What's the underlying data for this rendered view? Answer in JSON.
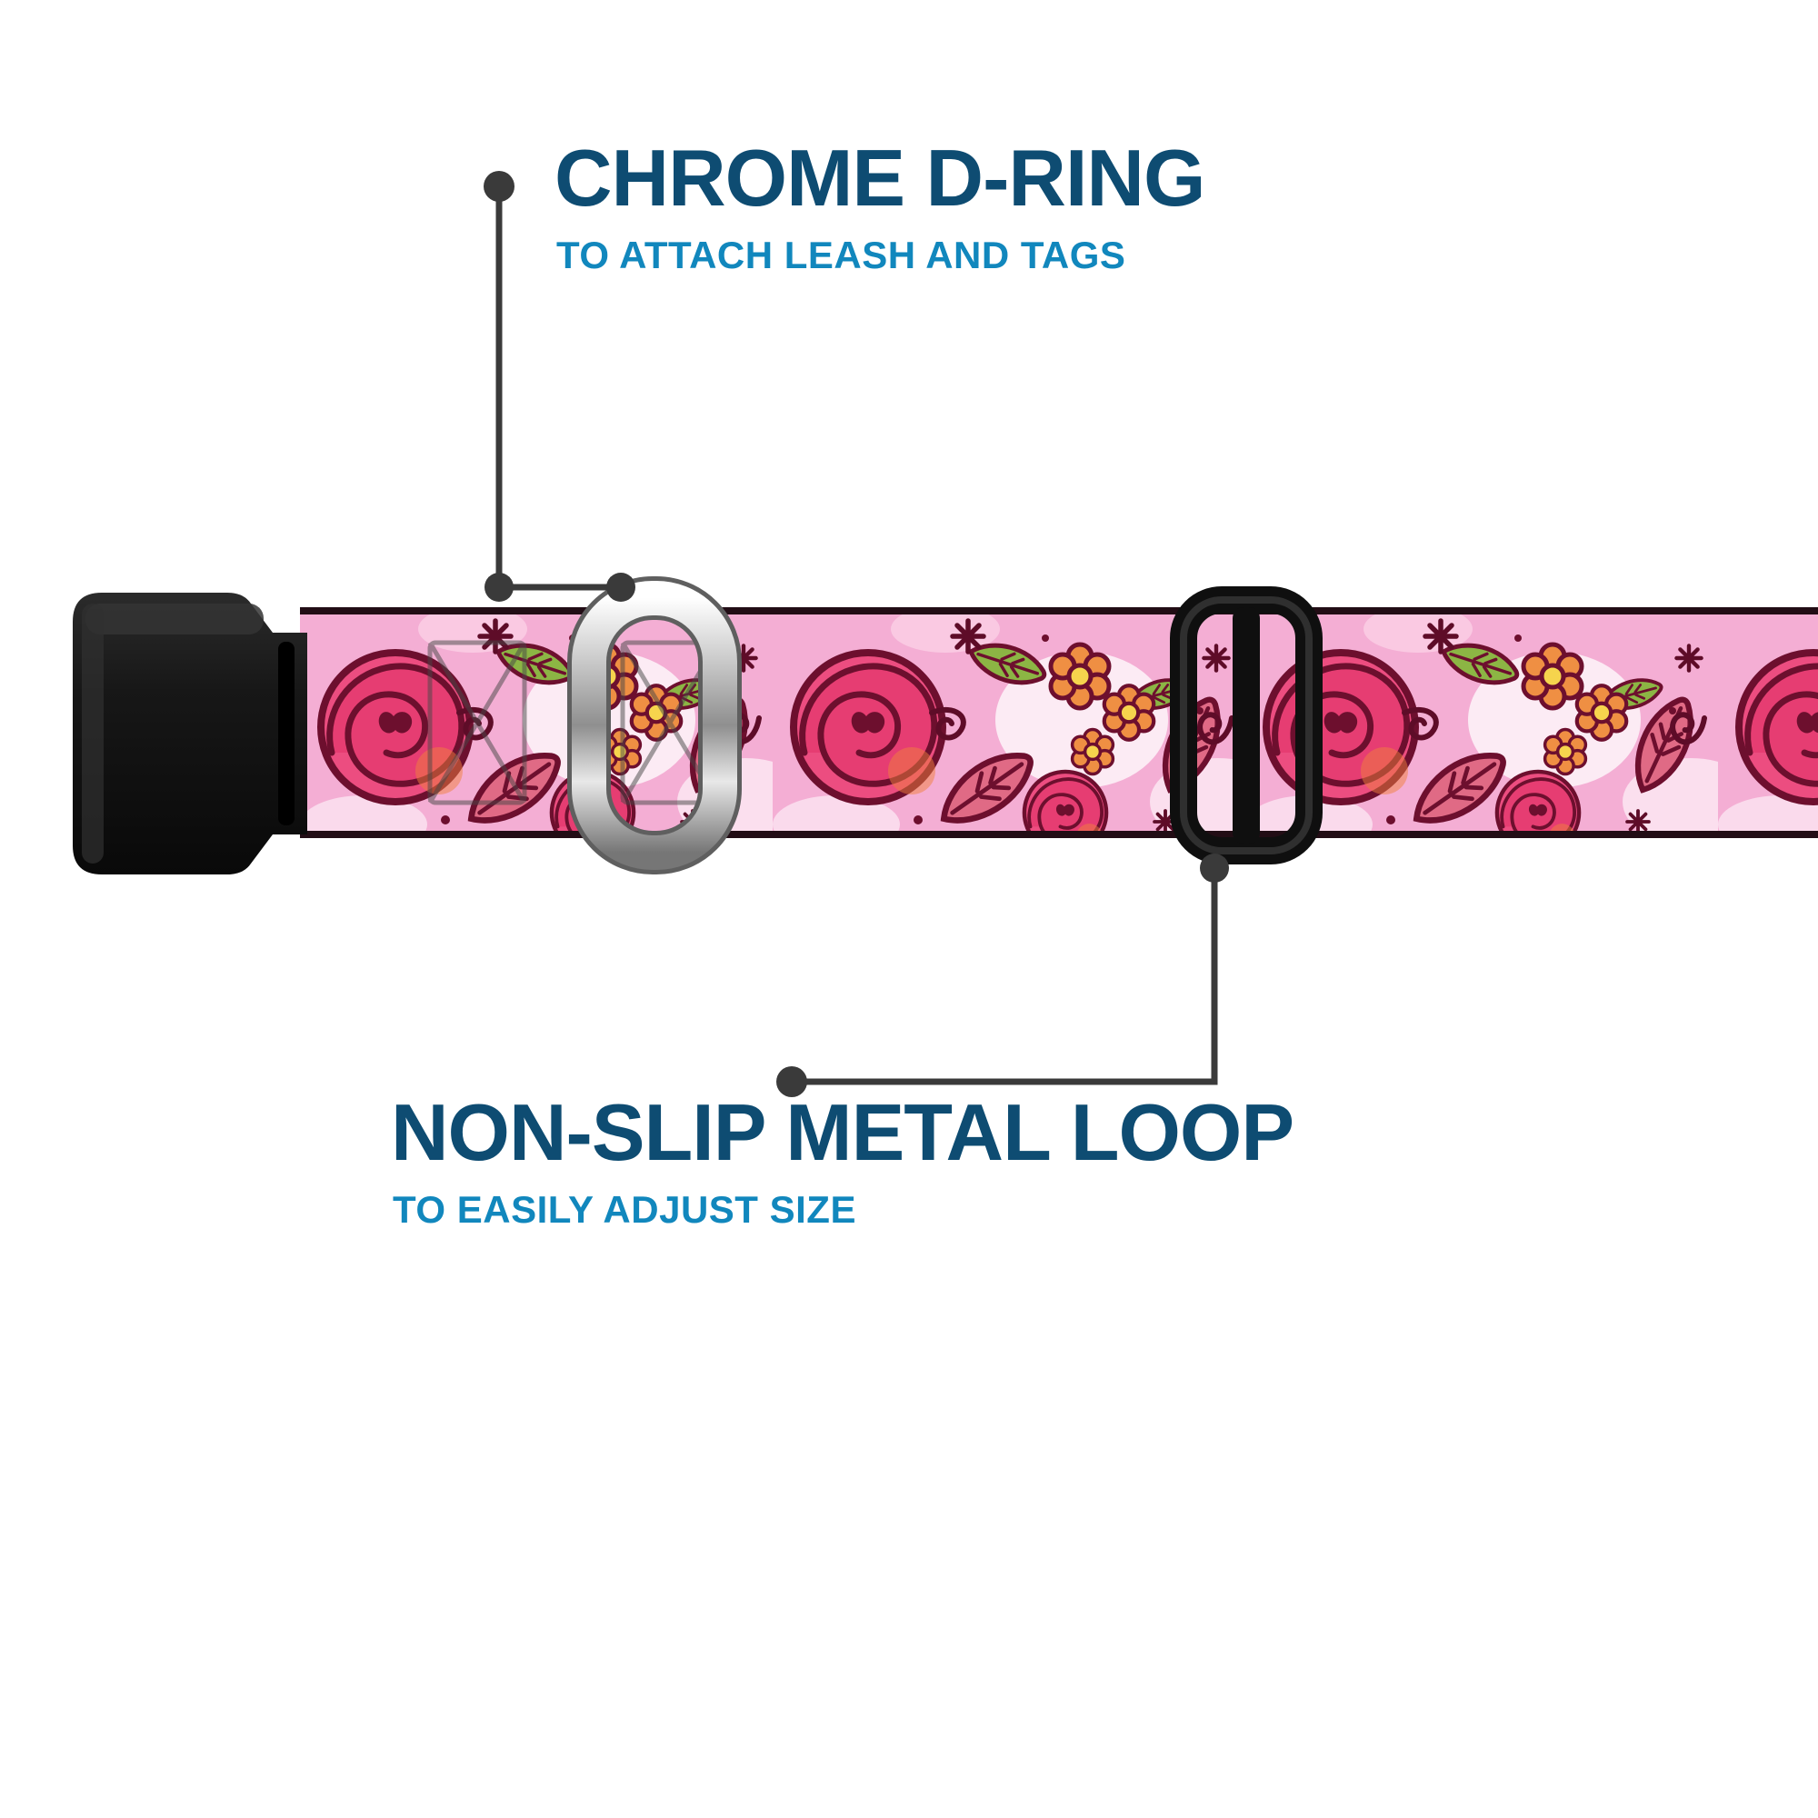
{
  "callouts": {
    "d_ring": {
      "title": "CHROME D-RING",
      "subtitle": "TO ATTACH LEASH AND TAGS"
    },
    "metal_loop": {
      "title": "NON-SLIP METAL LOOP",
      "subtitle": "TO EASILY ADJUST SIZE"
    }
  },
  "colors": {
    "title_blue": "#0e4c72",
    "subtitle_blue": "#1187bd",
    "callout_line": "#3a3a3a",
    "webbing_pink": "#f4aed4",
    "floral_outline": "#6d0f2e",
    "rose_pink": "#ec4d80",
    "buckle_black": "#141414",
    "chrome_silver": "#c9c9c9"
  },
  "icons": {
    "buckle": "side-release-buckle-icon",
    "d_ring": "chrome-d-ring-icon",
    "slider": "tri-glide-slider-icon",
    "rose": "rose-flower-icon",
    "daisy": "daisy-flower-icon",
    "leaf": "leaf-icon",
    "sparkle": "sparkle-icon"
  }
}
